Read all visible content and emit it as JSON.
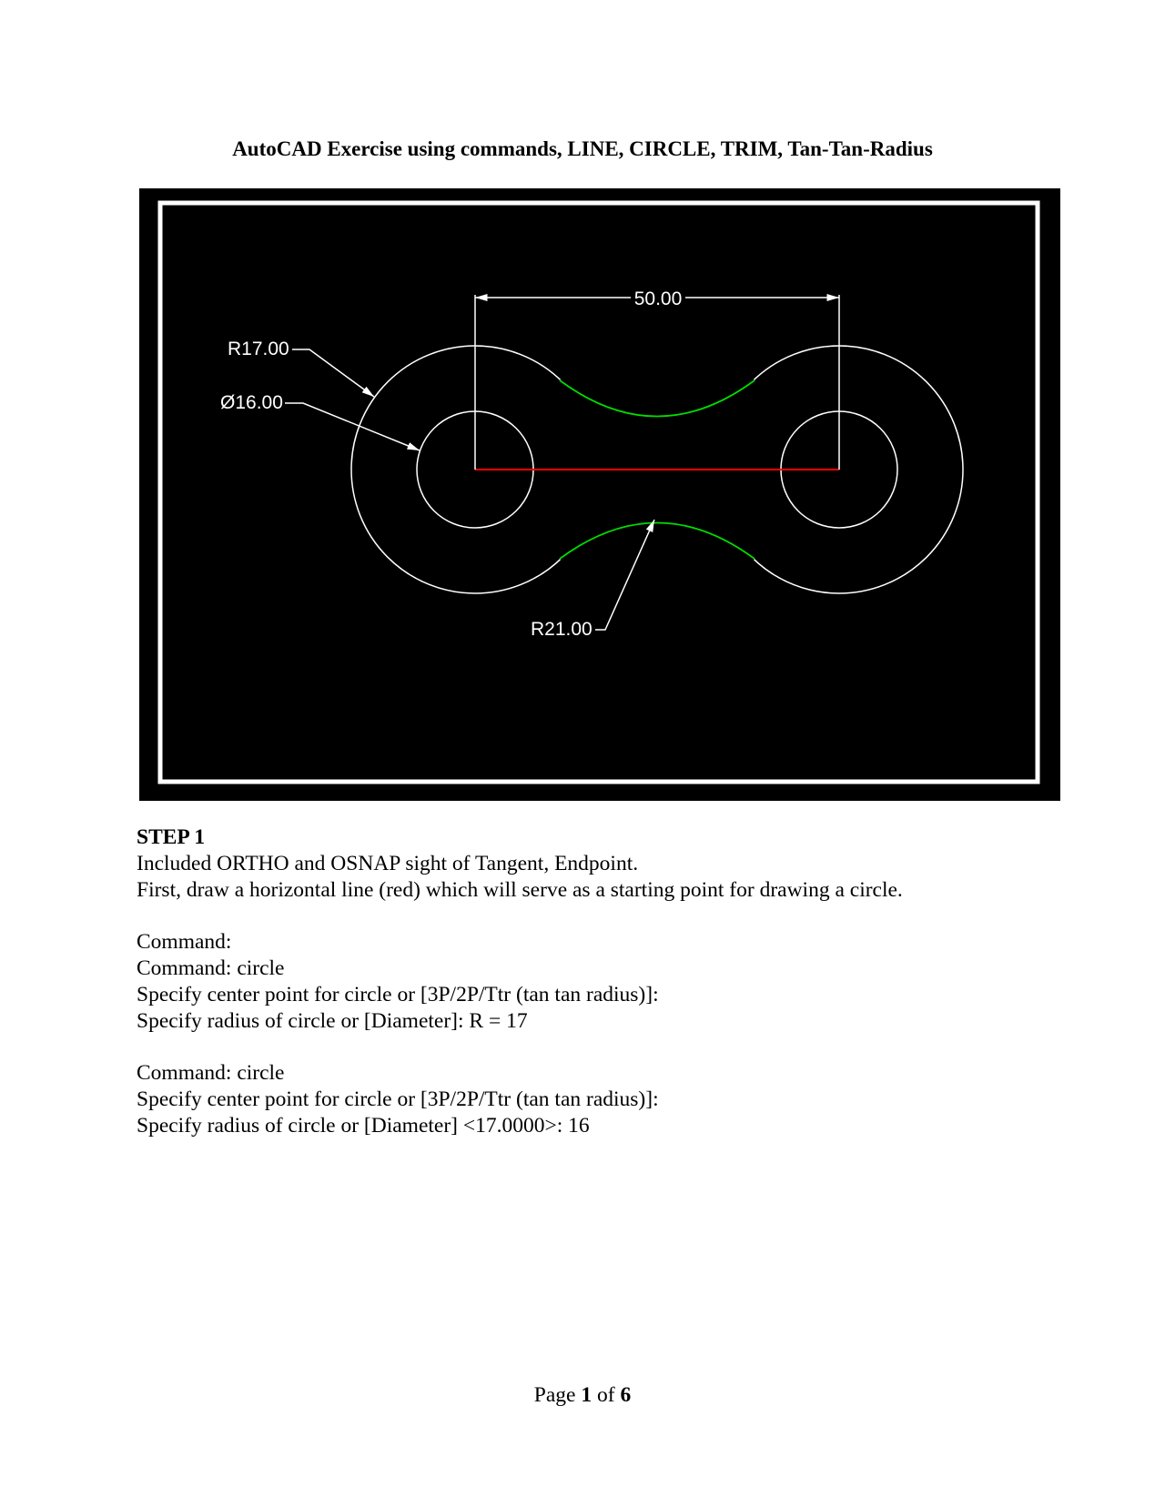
{
  "document": {
    "title": "AutoCAD Exercise using commands, LINE, CIRCLE, TRIM, Tan-Tan-Radius"
  },
  "drawing": {
    "dimension_label": "50.00",
    "outer_radius_label": "R17.00",
    "inner_diameter_label": "Ø16.00",
    "fillet_radius_label": "R21.00",
    "colors": {
      "background": "#000000",
      "geometry": "#ffffff",
      "center_line": "#ff0000",
      "tangent_arcs": "#00dd00"
    }
  },
  "step": {
    "heading": "STEP 1",
    "intro": [
      "Included ORTHO and OSNAP sight of Tangent, Endpoint.",
      "First, draw a horizontal line (red) which will serve as a starting point for drawing a circle."
    ],
    "block1": [
      "Command:",
      "Command: circle",
      "Specify center point for circle or [3P/2P/Ttr (tan tan radius)]:",
      "Specify radius of circle or [Diameter]: R = 17"
    ],
    "block2": [
      "Command: circle",
      "Specify center point for circle or [3P/2P/Ttr (tan tan radius)]:",
      "Specify radius of circle or [Diameter] <17.0000>: 16"
    ]
  },
  "footer": {
    "page_word": "Page",
    "current": "1",
    "of_word": "of",
    "total": "6"
  }
}
